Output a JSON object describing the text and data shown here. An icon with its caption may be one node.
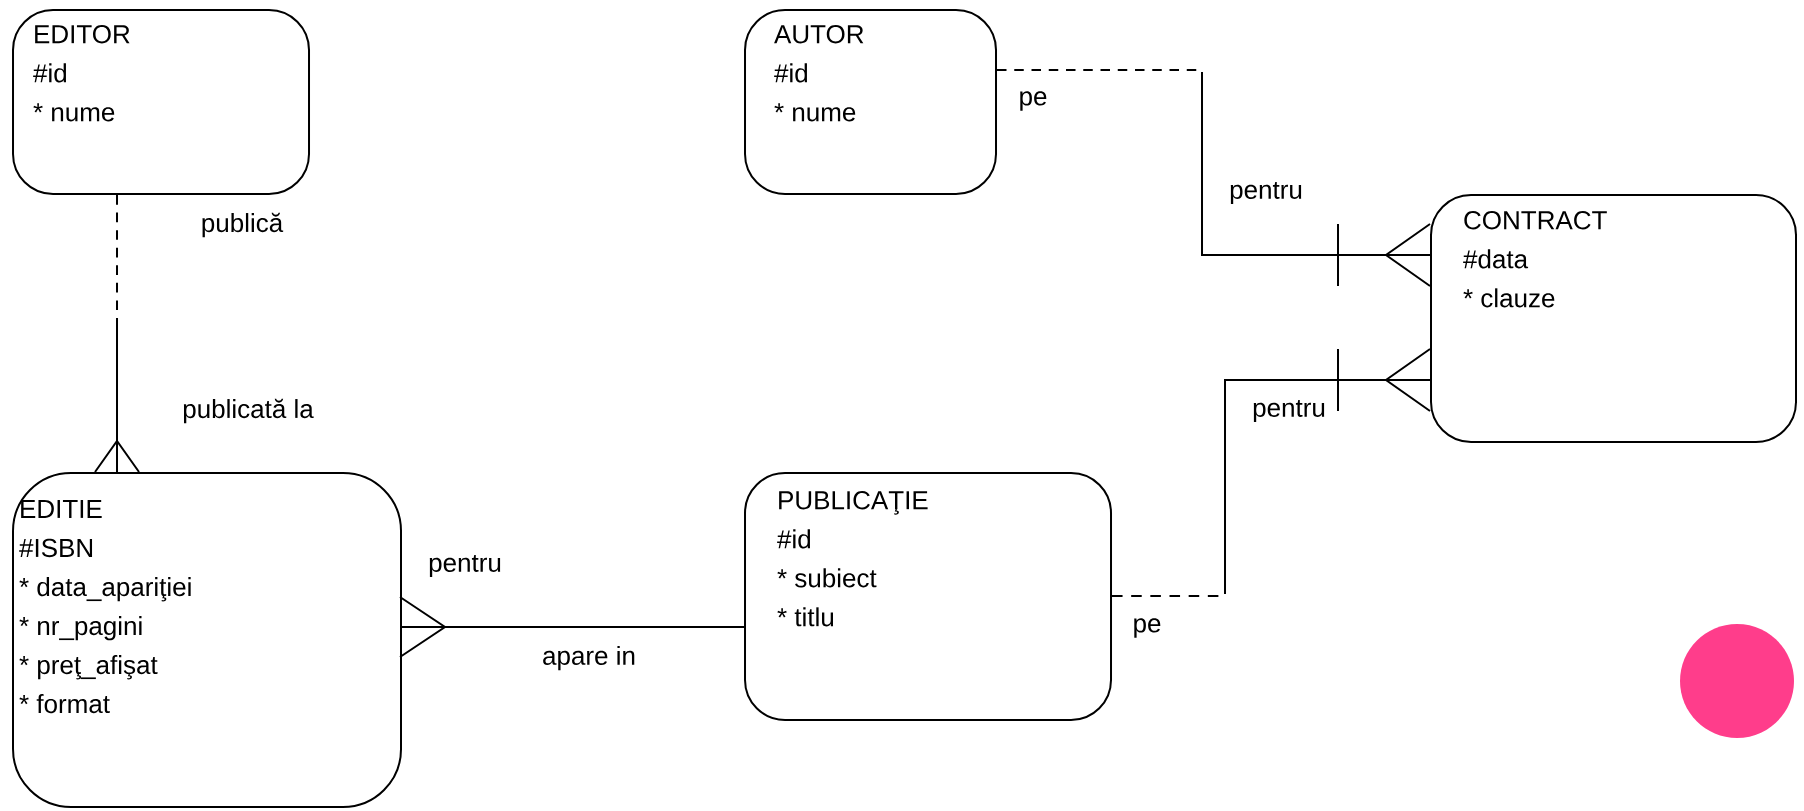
{
  "diagram": {
    "nodes": [
      {
        "text": [
          "EDITOR",
          "#id",
          "* nume"
        ]
      },
      {
        "text": [
          "AUTOR",
          "#id",
          "* nume"
        ]
      },
      {
        "text": [
          "CONTRACT",
          "#data",
          "* clauze"
        ]
      },
      {
        "text": [
          "EDITIE",
          "#ISBN",
          "* data_apariţiei",
          "* nr_pagini",
          "* preţ_afişat",
          "* format"
        ]
      },
      {
        "text": [
          "PUBLICAŢIE",
          "#id",
          "* subiect",
          "* titlu"
        ]
      }
    ],
    "edges": [
      {
        "from": 0,
        "to": 3,
        "arrow": "other",
        "label": "publică",
        "style": "dashed"
      },
      {
        "from": 4,
        "to": 3,
        "arrow": "other",
        "label": "pentru"
      },
      {
        "from": 1,
        "to": 2,
        "arrow": "other",
        "label": "pe",
        "style": "dashed"
      },
      {
        "from": 4,
        "to": 2,
        "arrow": "other",
        "label": "pe",
        "style": "dashed"
      }
    ],
    "labels": [
      "publicată la",
      "apare in",
      "pentru",
      "pentru"
    ]
  }
}
